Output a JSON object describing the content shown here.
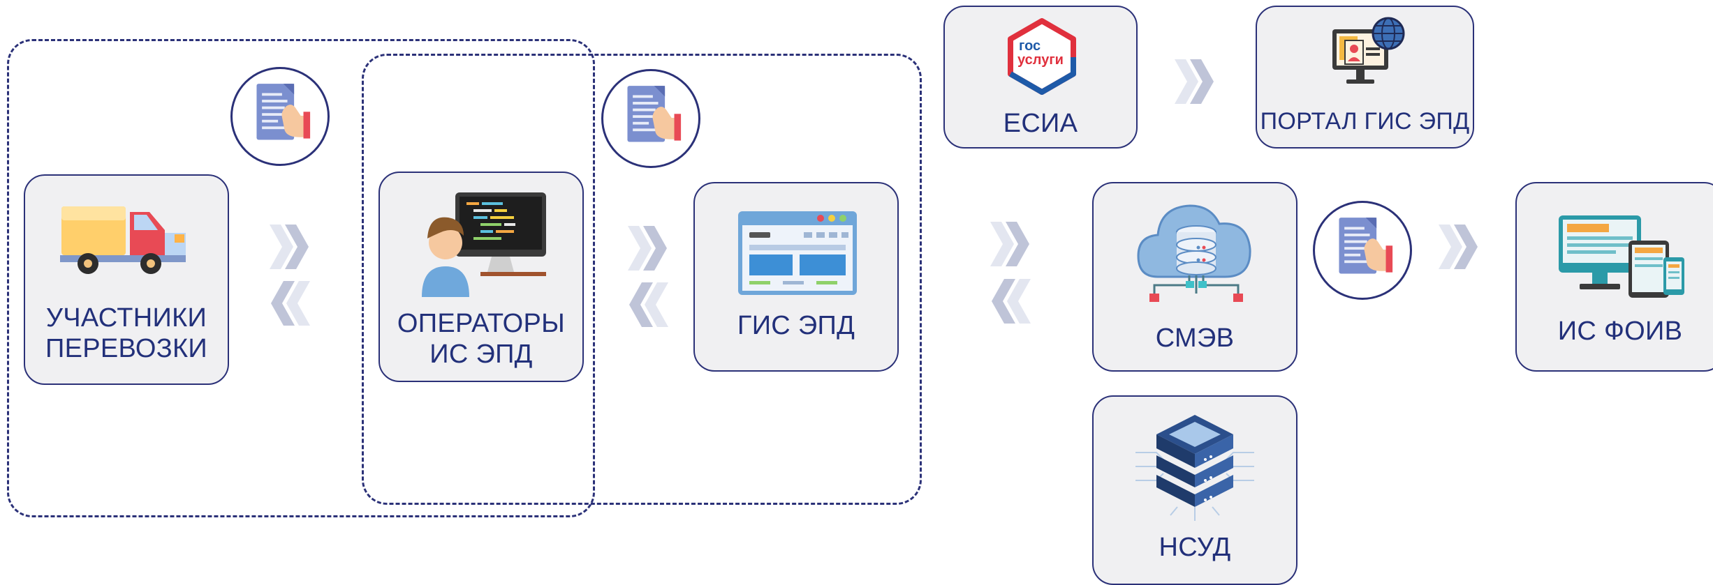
{
  "colors": {
    "frame": "#2b3178",
    "node_fill": "#f0f0f2",
    "label": "#22307a",
    "chevron": "#bfc4d8"
  },
  "nodes": {
    "participants": {
      "label_line1": "УЧАСТНИКИ",
      "label_line2": "ПЕРЕВОЗКИ",
      "icon": "truck-icon"
    },
    "operators": {
      "label_line1": "ОПЕРАТОРЫ",
      "label_line2": "ИС ЭПД",
      "icon": "developer-computer-icon"
    },
    "gis_epd": {
      "label": "ГИС ЭПД",
      "icon": "web-window-icon"
    },
    "esia": {
      "label": "ЕСИА",
      "logo_line1": "гос",
      "logo_line2": "услуги",
      "icon": "gosuslugi-logo"
    },
    "portal": {
      "label": "ПОРТАЛ ГИС ЭПД",
      "icon": "portal-monitor-globe-icon"
    },
    "smev": {
      "label": "СМЭВ",
      "icon": "cloud-database-icon"
    },
    "is_foiv": {
      "label": "ИС ФОИВ",
      "icon": "multi-device-icon"
    },
    "nsud": {
      "label": "НСУД",
      "icon": "server-stack-icon"
    }
  },
  "badges": [
    "document-hand-icon",
    "document-hand-icon",
    "document-hand-icon"
  ],
  "arrows": [
    "double-chevron-right",
    "double-chevron-left"
  ]
}
